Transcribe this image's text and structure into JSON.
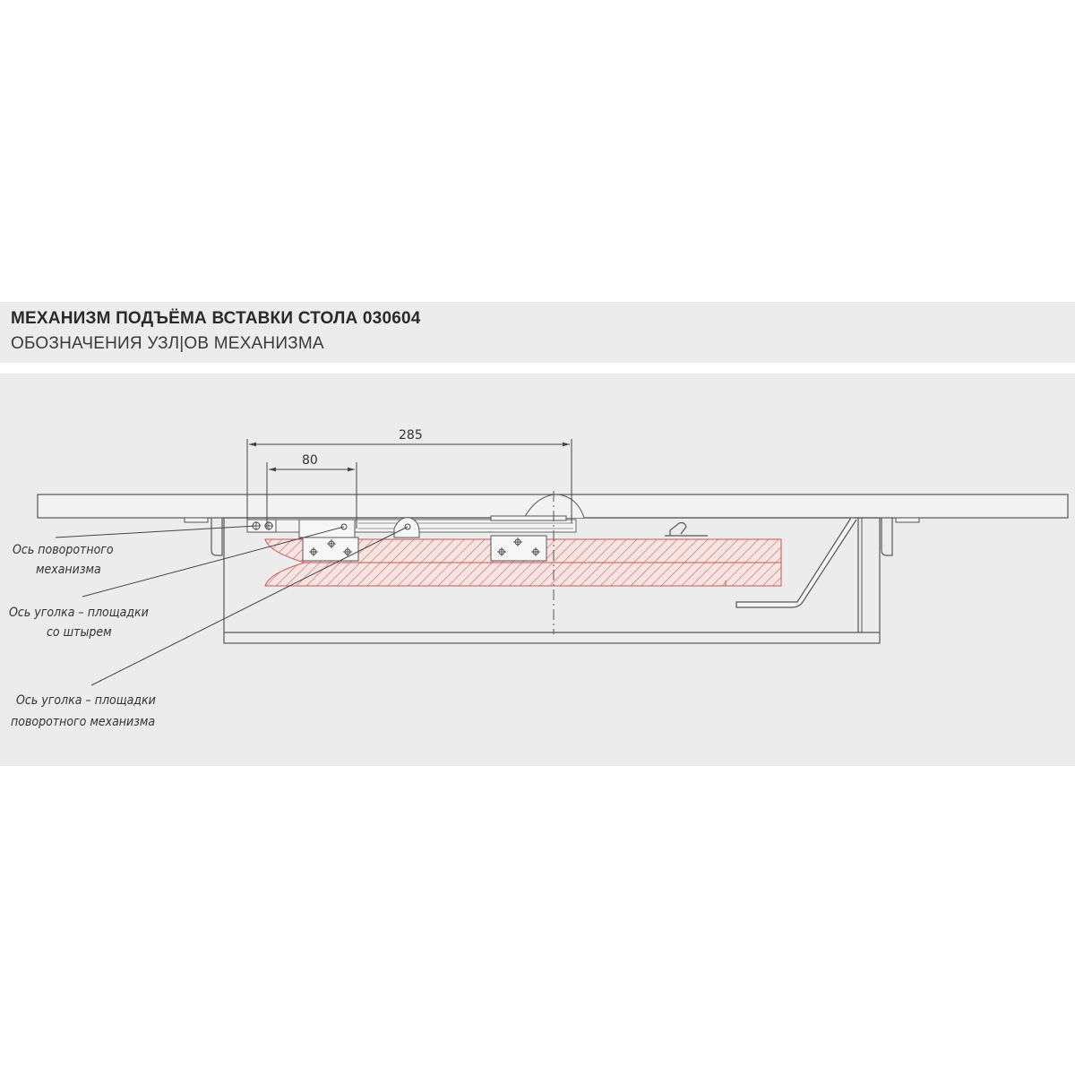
{
  "header": {
    "title": "МЕХАНИЗМ ПОДЪЁМА ВСТАВКИ СТОЛА  030604",
    "subtitle": "ОБОЗНАЧЕНИЯ УЗЛ|ОВ МЕХАНИЗМА"
  },
  "dimensions": {
    "overall": "285",
    "inner": "80"
  },
  "callouts": [
    {
      "line1": "Ось поворотного",
      "line2": "механизма"
    },
    {
      "line1": "Ось уголка – площадки",
      "line2": "со штырем"
    },
    {
      "line1": "Ось уголка – площадки",
      "line2": "поворотного механизма"
    }
  ],
  "colors": {
    "band": "#ececec",
    "line": "#555555",
    "hatch": "#d9736a",
    "hatch_fill": "#f3dede"
  }
}
